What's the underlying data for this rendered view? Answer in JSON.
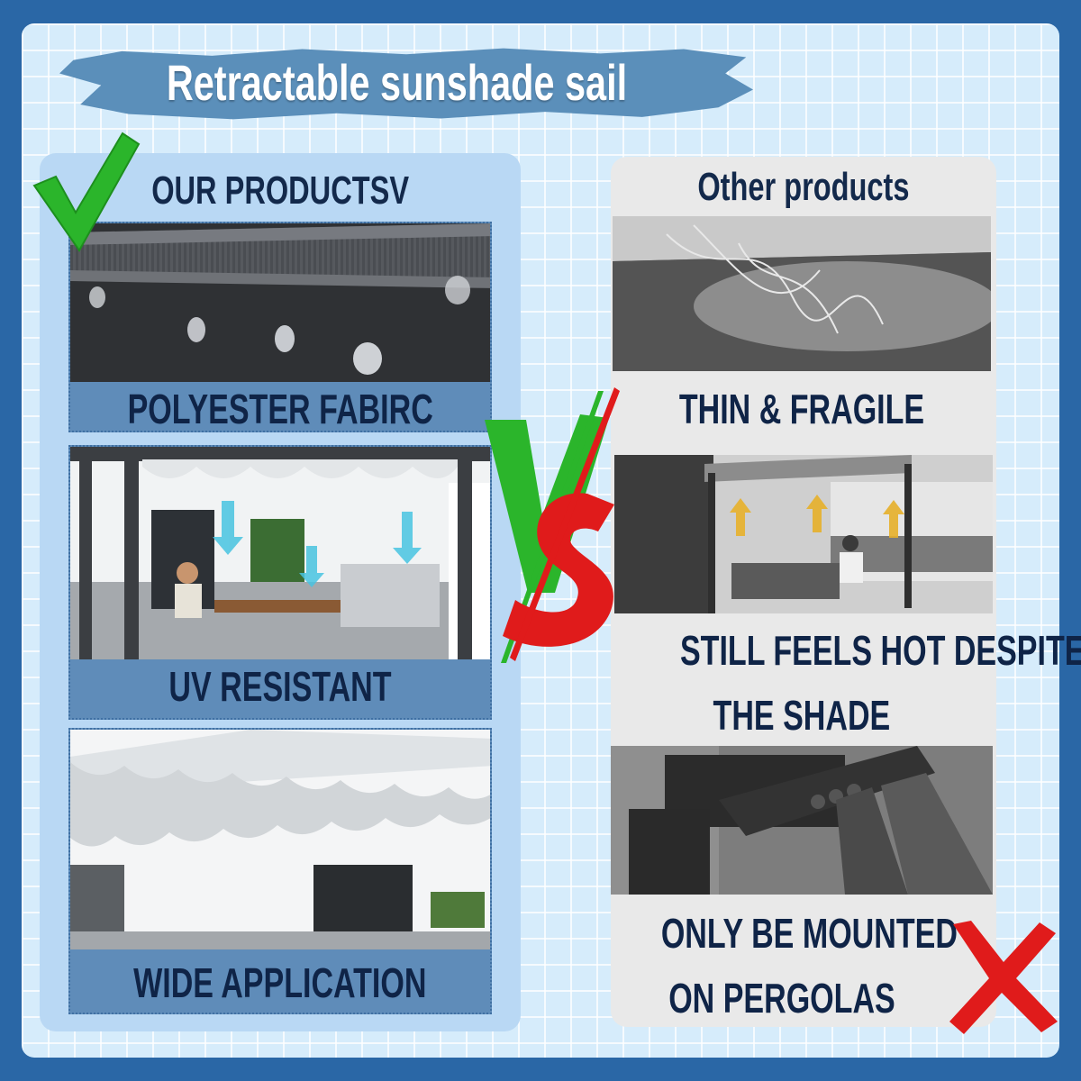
{
  "title": "Retractable sunshade sail",
  "left": {
    "heading": "OUR PRODUCTSV",
    "items": [
      {
        "label": "POLYESTER FABIRC"
      },
      {
        "label": "UV RESISTANT"
      },
      {
        "label": "WIDE APPLICATION"
      }
    ]
  },
  "right": {
    "heading": "Other products",
    "items": [
      {
        "label": "THIN & FRAGILE"
      },
      {
        "label_line1": "STILL FEELS HOT DESPITE",
        "label_line2": "THE SHADE"
      },
      {
        "label_line1": "ONLY BE MOUNTED",
        "label_line2": "ON PERGOLAS"
      }
    ]
  },
  "colors": {
    "border_blue": "#2a67a6",
    "check_green": "#2bb52b",
    "cross_red": "#e01b1b",
    "text_navy": "#13294b"
  },
  "icons": [
    "checkmark-icon",
    "cross-icon",
    "vs-icon",
    "arrow-down-icon",
    "arrow-up-icon"
  ]
}
